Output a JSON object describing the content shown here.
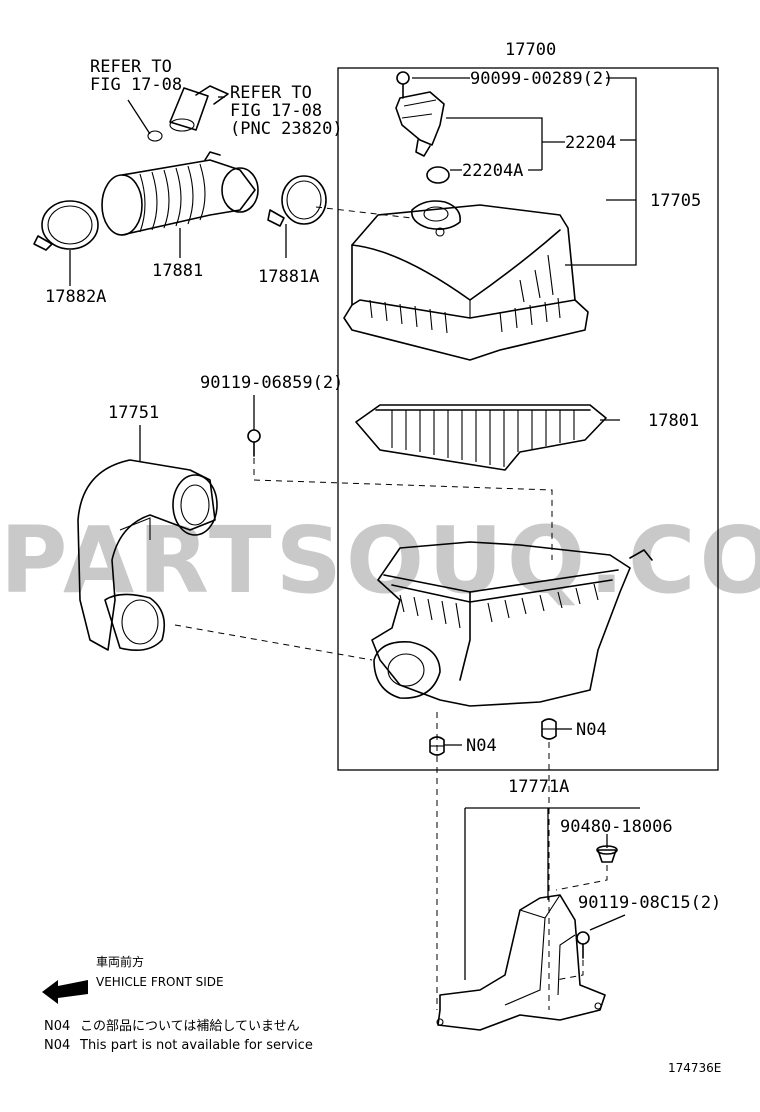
{
  "watermark": "PARTSOUQ.COM",
  "labels": {
    "assembly": "17700",
    "bolt_top": "90099-00289(2)",
    "meter": "22204",
    "meter_seal": "22204A",
    "cap_sub": "17705",
    "element": "17801",
    "hose": "17881",
    "clamp_a": "17881A",
    "clamp_b": "17882A",
    "intake_pipe": "17751",
    "bolt_mid": "90119-06859(2)",
    "n04_left": "N04",
    "n04_right": "N04",
    "bracket": "17771A",
    "grommet": "90480-18006",
    "bolt_bottom": "90119-08C15(2)",
    "refer1_line1": "REFER TO",
    "refer1_line2": "FIG 17-08",
    "refer2_line1": "REFER TO",
    "refer2_line2": "FIG 17-08",
    "refer2_line3": "(PNC 23820)"
  },
  "legend": {
    "front_jp": "車両前方",
    "front_en": "VEHICLE FRONT SIDE",
    "note_jp_code": "N04",
    "note_jp": "この部品については補給していません",
    "note_en_code": "N04",
    "note_en": "This part is not available for service",
    "figure_id": "174736E"
  },
  "icons": {
    "front_arrow": "arrow-left-icon"
  }
}
